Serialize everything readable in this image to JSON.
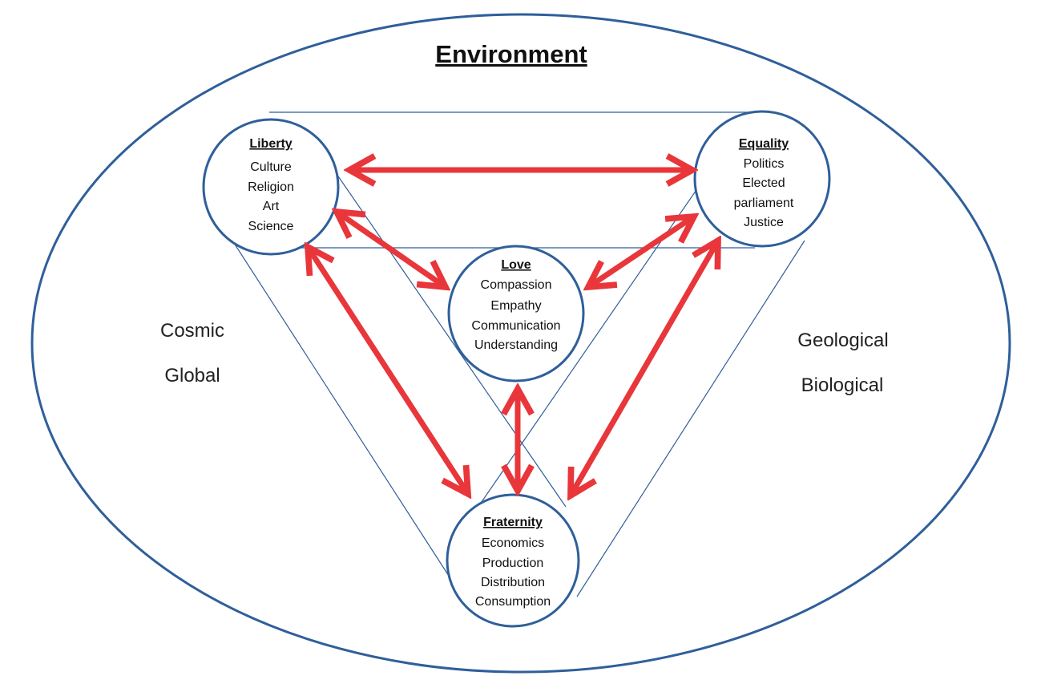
{
  "environment": {
    "title": "Environment",
    "left_labels": [
      "Cosmic",
      "Global"
    ],
    "right_labels": [
      "Geological",
      "Biological"
    ]
  },
  "nodes": {
    "liberty": {
      "title": "Liberty",
      "items": [
        "Culture",
        "Religion",
        "Art",
        "Science"
      ]
    },
    "equality": {
      "title": "Equality",
      "items": [
        "Politics",
        "Elected",
        "parliament",
        "Justice"
      ]
    },
    "love": {
      "title": "Love",
      "items": [
        "Compassion",
        "Empathy",
        "Communication",
        "Understanding"
      ]
    },
    "fraternity": {
      "title": "Fraternity",
      "items": [
        "Economics",
        "Production",
        "Distribution",
        "Consumption"
      ]
    }
  },
  "colors": {
    "outline": "#2f5f9a",
    "arrow": "#e8363b",
    "text": "#111111"
  }
}
